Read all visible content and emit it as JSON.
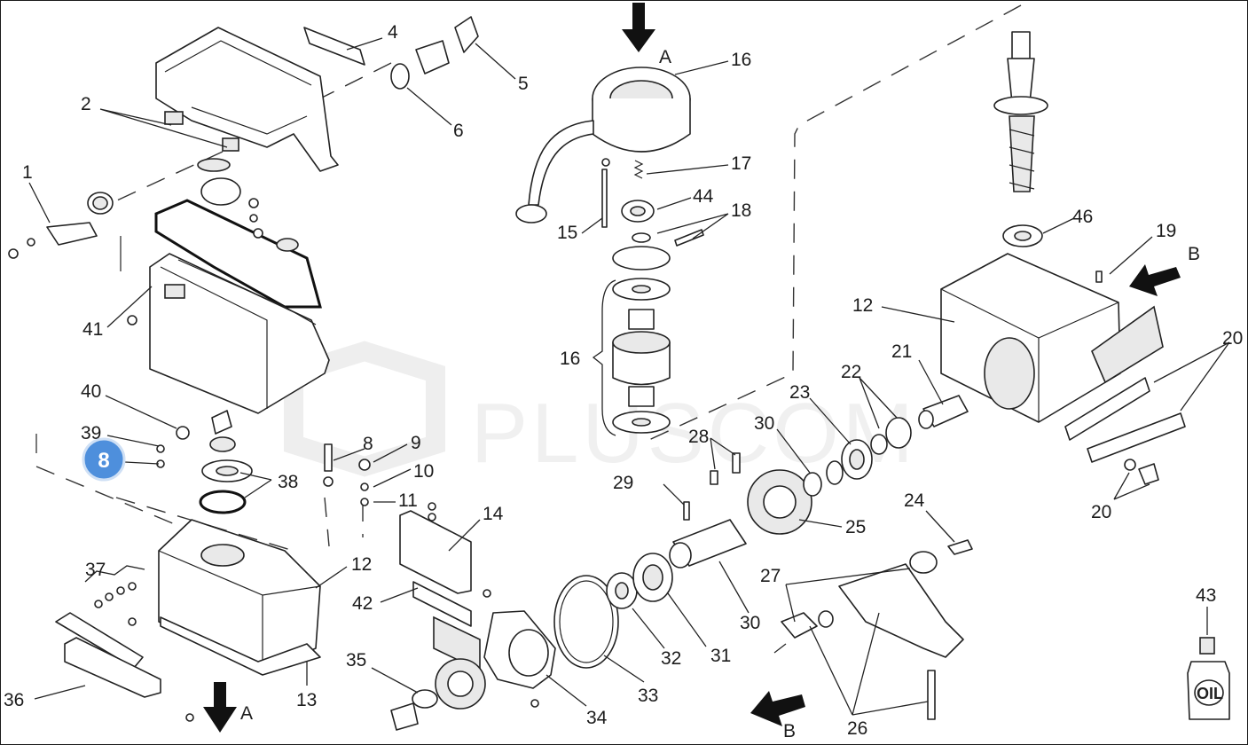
{
  "watermark": "PLUSCOM",
  "badge": "8",
  "direction_labels": {
    "a_top": "A",
    "a_bottom": "A",
    "b_right": "B",
    "b_bottom": "B"
  },
  "oil_label": "OIL",
  "callouts": {
    "c1": "1",
    "c2": "2",
    "c4": "4",
    "c5": "5",
    "c6": "6",
    "c16a": "16",
    "c17": "17",
    "c44": "44",
    "c18": "18",
    "c15": "15",
    "c16b": "16",
    "c46": "46",
    "c19": "19",
    "c12a": "12",
    "c20a": "20",
    "c21": "21",
    "c22": "22",
    "c23": "23",
    "c30a": "30",
    "c20b": "20",
    "c41": "41",
    "c40": "40",
    "c39": "39",
    "c38": "38",
    "c8": "8",
    "c9": "9",
    "c10": "10",
    "c11": "11",
    "c14": "14",
    "c28": "28",
    "c29": "29",
    "c25": "25",
    "c24": "24",
    "c37": "37",
    "c12b": "12",
    "c42": "42",
    "c30b": "30",
    "c27": "27",
    "c43": "43",
    "c35": "35",
    "c32": "32",
    "c31": "31",
    "c33": "33",
    "c34": "34",
    "c36": "36",
    "c13": "13",
    "c26": "26"
  }
}
